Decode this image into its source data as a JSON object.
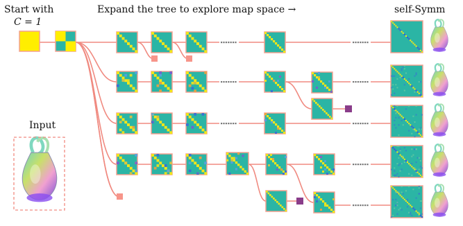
{
  "labels": {
    "start_line1": "Start with",
    "start_line2": "C = 1",
    "expand": "Expand the tree to explore map space →",
    "self_symm": "self-Symm",
    "input": "Input"
  },
  "colors": {
    "tree_edge": "#f08a80",
    "leaf_dead": "#f7958a",
    "leaf_alt": "#8a3d8a",
    "matrix_bg": "#2bb5a5",
    "matrix_diag": "#f2e61a",
    "matrix_border": "#f4a090",
    "start_yellow": "#ffee00",
    "input_frame": "#f08a80"
  },
  "icons": {
    "vase": "vase-mesh-icon",
    "dots": "ellipsis-dots"
  }
}
